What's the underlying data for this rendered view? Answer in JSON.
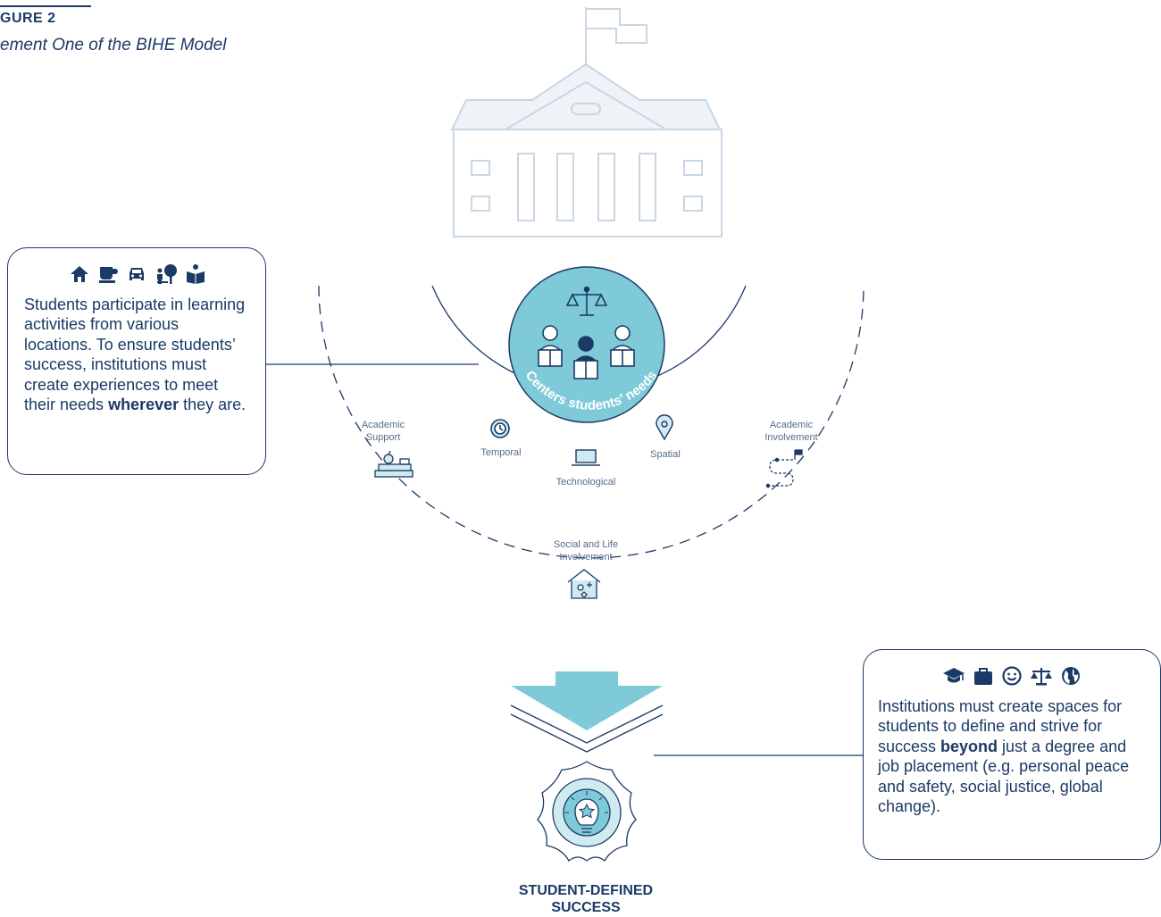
{
  "figure": {
    "label": "GURE 2",
    "title": "ement One of the BIHE Model"
  },
  "left_callout": {
    "icons": [
      "home-icon",
      "coffee-icon",
      "car-icon",
      "outdoor-person-icon",
      "reading-person-icon"
    ],
    "text_before": "Students participate in learning activities from various locations. To ensure students’ success, institutions must create experiences to meet their needs ",
    "text_bold": "wherever",
    "text_after": " they are."
  },
  "right_callout": {
    "icons": [
      "graduation-cap-icon",
      "briefcase-icon",
      "smile-icon",
      "scales-icon",
      "globe-icon"
    ],
    "text_before": "Institutions must create spaces for students to define and strive for success ",
    "text_bold": "beyond",
    "text_after": " just a degree and job placement (e.g. personal peace and safety, social justice, global change)."
  },
  "center": {
    "arc_text": "Centers students’ needs"
  },
  "inner_labels": {
    "temporal": "Temporal",
    "technological": "Technological",
    "spatial": "Spatial"
  },
  "outer_labels": {
    "academic_support": [
      "Academic",
      "Support"
    ],
    "academic_involvement": [
      "Academic",
      "Involvement"
    ],
    "social_life": [
      "Social and Life",
      "Involvement"
    ]
  },
  "outcome": {
    "line1": "STUDENT-DEFINED",
    "line2": "SUCCESS"
  },
  "colors": {
    "navy": "#1b3a66",
    "teal": "#7fcad8",
    "light_teal": "#cfeaf0",
    "building": "#c9d6e3"
  }
}
